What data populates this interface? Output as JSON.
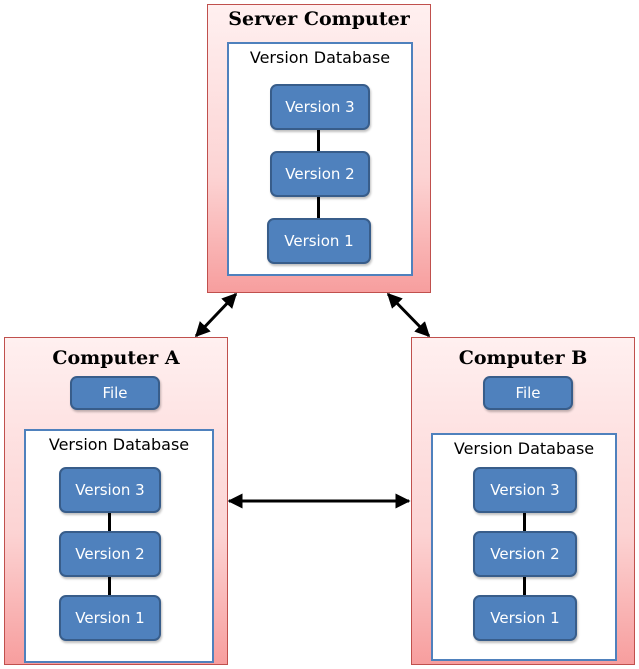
{
  "server": {
    "title": "Server Computer",
    "database_label": "Version Database",
    "versions": [
      "Version 3",
      "Version 2",
      "Version 1"
    ]
  },
  "computer_a": {
    "title": "Computer A",
    "file_label": "File",
    "database_label": "Version Database",
    "versions": [
      "Version 3",
      "Version 2",
      "Version 1"
    ]
  },
  "computer_b": {
    "title": "Computer B",
    "file_label": "File",
    "database_label": "Version Database",
    "versions": [
      "Version 3",
      "Version 2",
      "Version 1"
    ]
  }
}
